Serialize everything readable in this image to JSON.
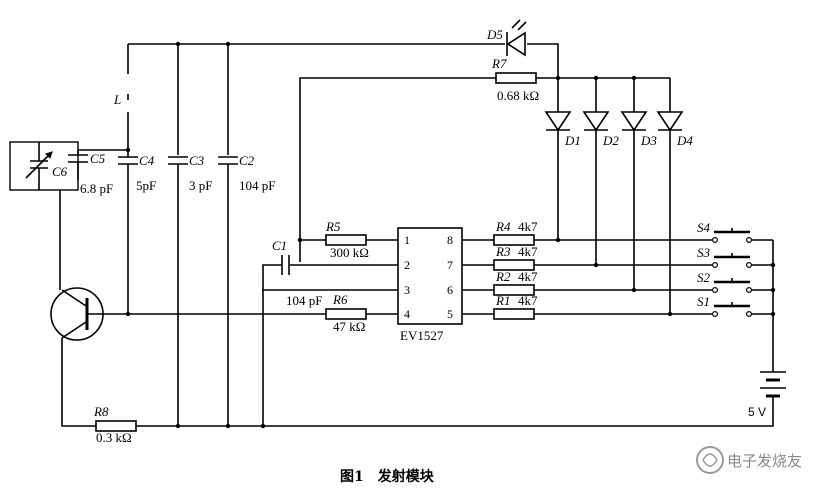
{
  "figure": {
    "caption": "图1　发射模块",
    "watermark": "电子发烧友"
  },
  "labels": {
    "d5": "D5",
    "r7": "R7",
    "r7_value": "0.68 kΩ",
    "l": "L",
    "c6": "C6",
    "c5": "C5",
    "c5_value": "6.8 pF",
    "c4": "C4",
    "c4_value": "5pF",
    "c3": "C3",
    "c3_value": "3 pF",
    "c2": "C2",
    "c2_value": "104 pF",
    "d1": "D1",
    "d2": "D2",
    "d3": "D3",
    "d4": "D4",
    "c1": "C1",
    "c1_value": "104 pF",
    "r5": "R5",
    "r5_value": "300 kΩ",
    "r6": "R6",
    "r6_value": "47 kΩ",
    "r4": "R4",
    "r4_value": "4k7",
    "r3": "R3",
    "r3_value": "4k7",
    "r2": "R2",
    "r2_value": "4k7",
    "r1": "R1",
    "r1_value": "4k7",
    "s4": "S4",
    "s3": "S3",
    "s2": "S2",
    "s1": "S1",
    "r8": "R8",
    "r8_value": "0.3 kΩ",
    "battery_value": "5 V",
    "ic_name": "EV1527",
    "ic_pins": [
      "1",
      "2",
      "3",
      "4",
      "8",
      "7",
      "6",
      "5"
    ]
  }
}
